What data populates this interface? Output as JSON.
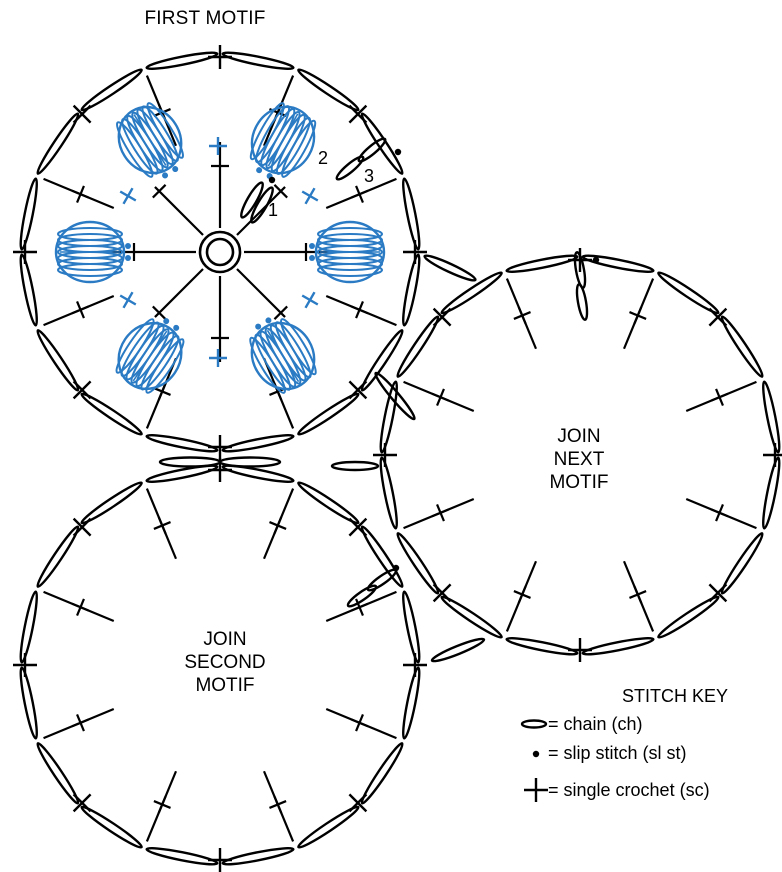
{
  "diagram": {
    "first_motif_label": "FIRST MOTIF",
    "second_motif_label": [
      "JOIN",
      "SECOND",
      "MOTIF"
    ],
    "next_motif_label": [
      "JOIN",
      "NEXT",
      "MOTIF"
    ],
    "round_numbers": [
      "1",
      "2",
      "3"
    ]
  },
  "stitch_key": {
    "title": "STITCH KEY",
    "items": [
      {
        "symbol": "chain-oval",
        "label": "= chain (ch)"
      },
      {
        "symbol": "dot",
        "label": "= slip stitch (sl st)"
      },
      {
        "symbol": "cross",
        "label": "= single crochet (sc)"
      }
    ]
  },
  "colors": {
    "ink": "#000000",
    "accent_blue": "#2a7bc4"
  }
}
